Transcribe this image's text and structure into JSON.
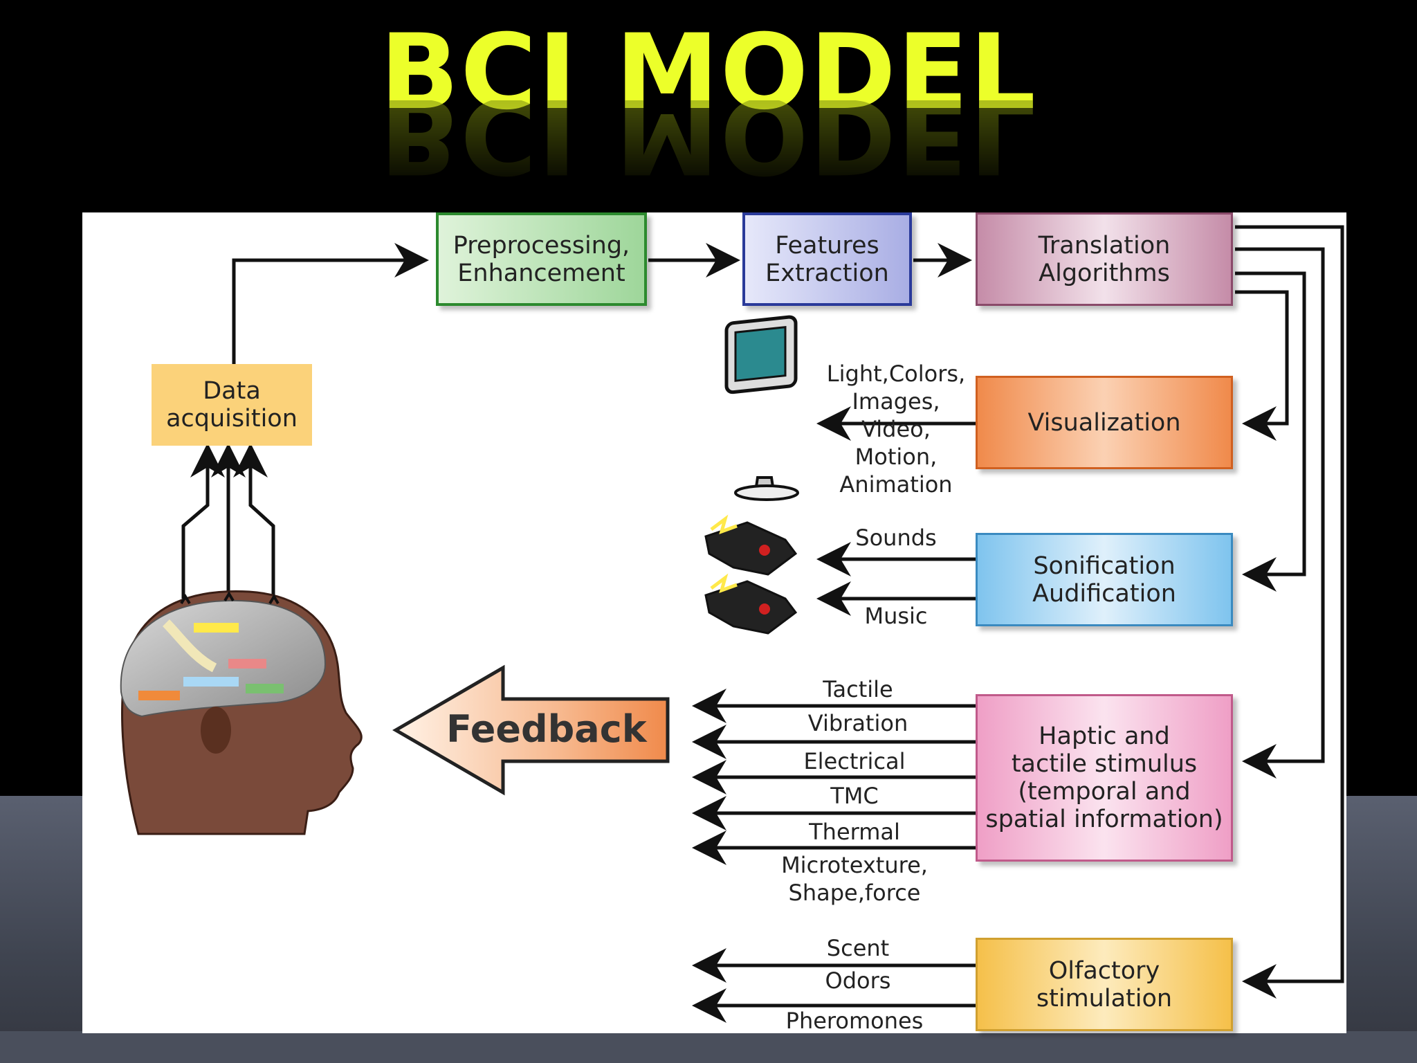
{
  "slide": {
    "title": "BCI MODEL"
  },
  "diagram": {
    "boxes": {
      "data_acquisition": "Data\nacquisition",
      "preprocessing": "Preprocessing,\nEnhancement",
      "features": "Features\nExtraction",
      "translation": "Translation\nAlgorithms",
      "visualization": "Visualization",
      "sonification": "Sonification\nAudification",
      "haptic": "Haptic and\ntactile stimulus\n(temporal and\nspatial information)",
      "olfactory": "Olfactory\nstimulation"
    },
    "labels": {
      "visual_outputs": "Light,Colors,\nImages,\nVideo,\nMotion,\nAnimation",
      "sounds": "Sounds",
      "music": "Music",
      "tactile": "Tactile",
      "vibration": "Vibration",
      "electrical": "Electrical",
      "tmc": "TMC",
      "thermal": "Thermal",
      "microtexture": "Microtexture,\nShape,force",
      "scent": "Scent",
      "odors": "Odors",
      "pheromones": "Pheromones"
    },
    "feedback": "Feedback"
  },
  "colors": {
    "title": "#ecff2a",
    "preprocessing": "#bfe8b8",
    "features": "#c9cdf0",
    "translation": "#e6c6d6",
    "visualization": "#f5a06a",
    "sonification": "#a8d8f5",
    "haptic": "#f5b8d6",
    "olfactory": "#fbd77a",
    "data_acquisition": "#fbd27a"
  }
}
